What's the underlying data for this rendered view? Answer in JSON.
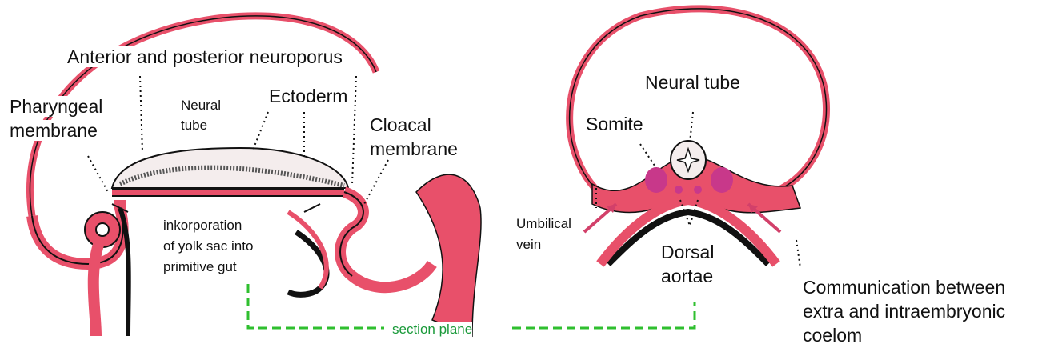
{
  "labels": {
    "anterior_posterior_neuroporus": "Anterior and posterior neuroporus",
    "pharyngeal_membrane_1": "Pharyngeal",
    "pharyngeal_membrane_2": "membrane",
    "neural_tube_small_1": "Neural",
    "neural_tube_small_2": "tube",
    "ectoderm": "Ectoderm",
    "cloacal_membrane_1": "Cloacal",
    "cloacal_membrane_2": "membrane",
    "inkorporation_1": "inkorporation",
    "inkorporation_2": "of yolk sac into",
    "inkorporation_3": "primitive gut",
    "neural_tube": "Neural tube",
    "somite": "Somite",
    "umbilical_vein_1": "Umbilical",
    "umbilical_vein_2": "vein",
    "dorsal_aortae_1": "Dorsal",
    "dorsal_aortae_2": "aortae",
    "communication_1": "Communication between",
    "communication_2": "extra and intraembryonic",
    "communication_3": "coelom",
    "section_plane": "section plane"
  },
  "colors": {
    "tissue": "#e8506a",
    "tissue_light": "#f07a8a",
    "outline": "#111111",
    "arrow": "#d2406a",
    "section_line": "#2fbf2f"
  }
}
